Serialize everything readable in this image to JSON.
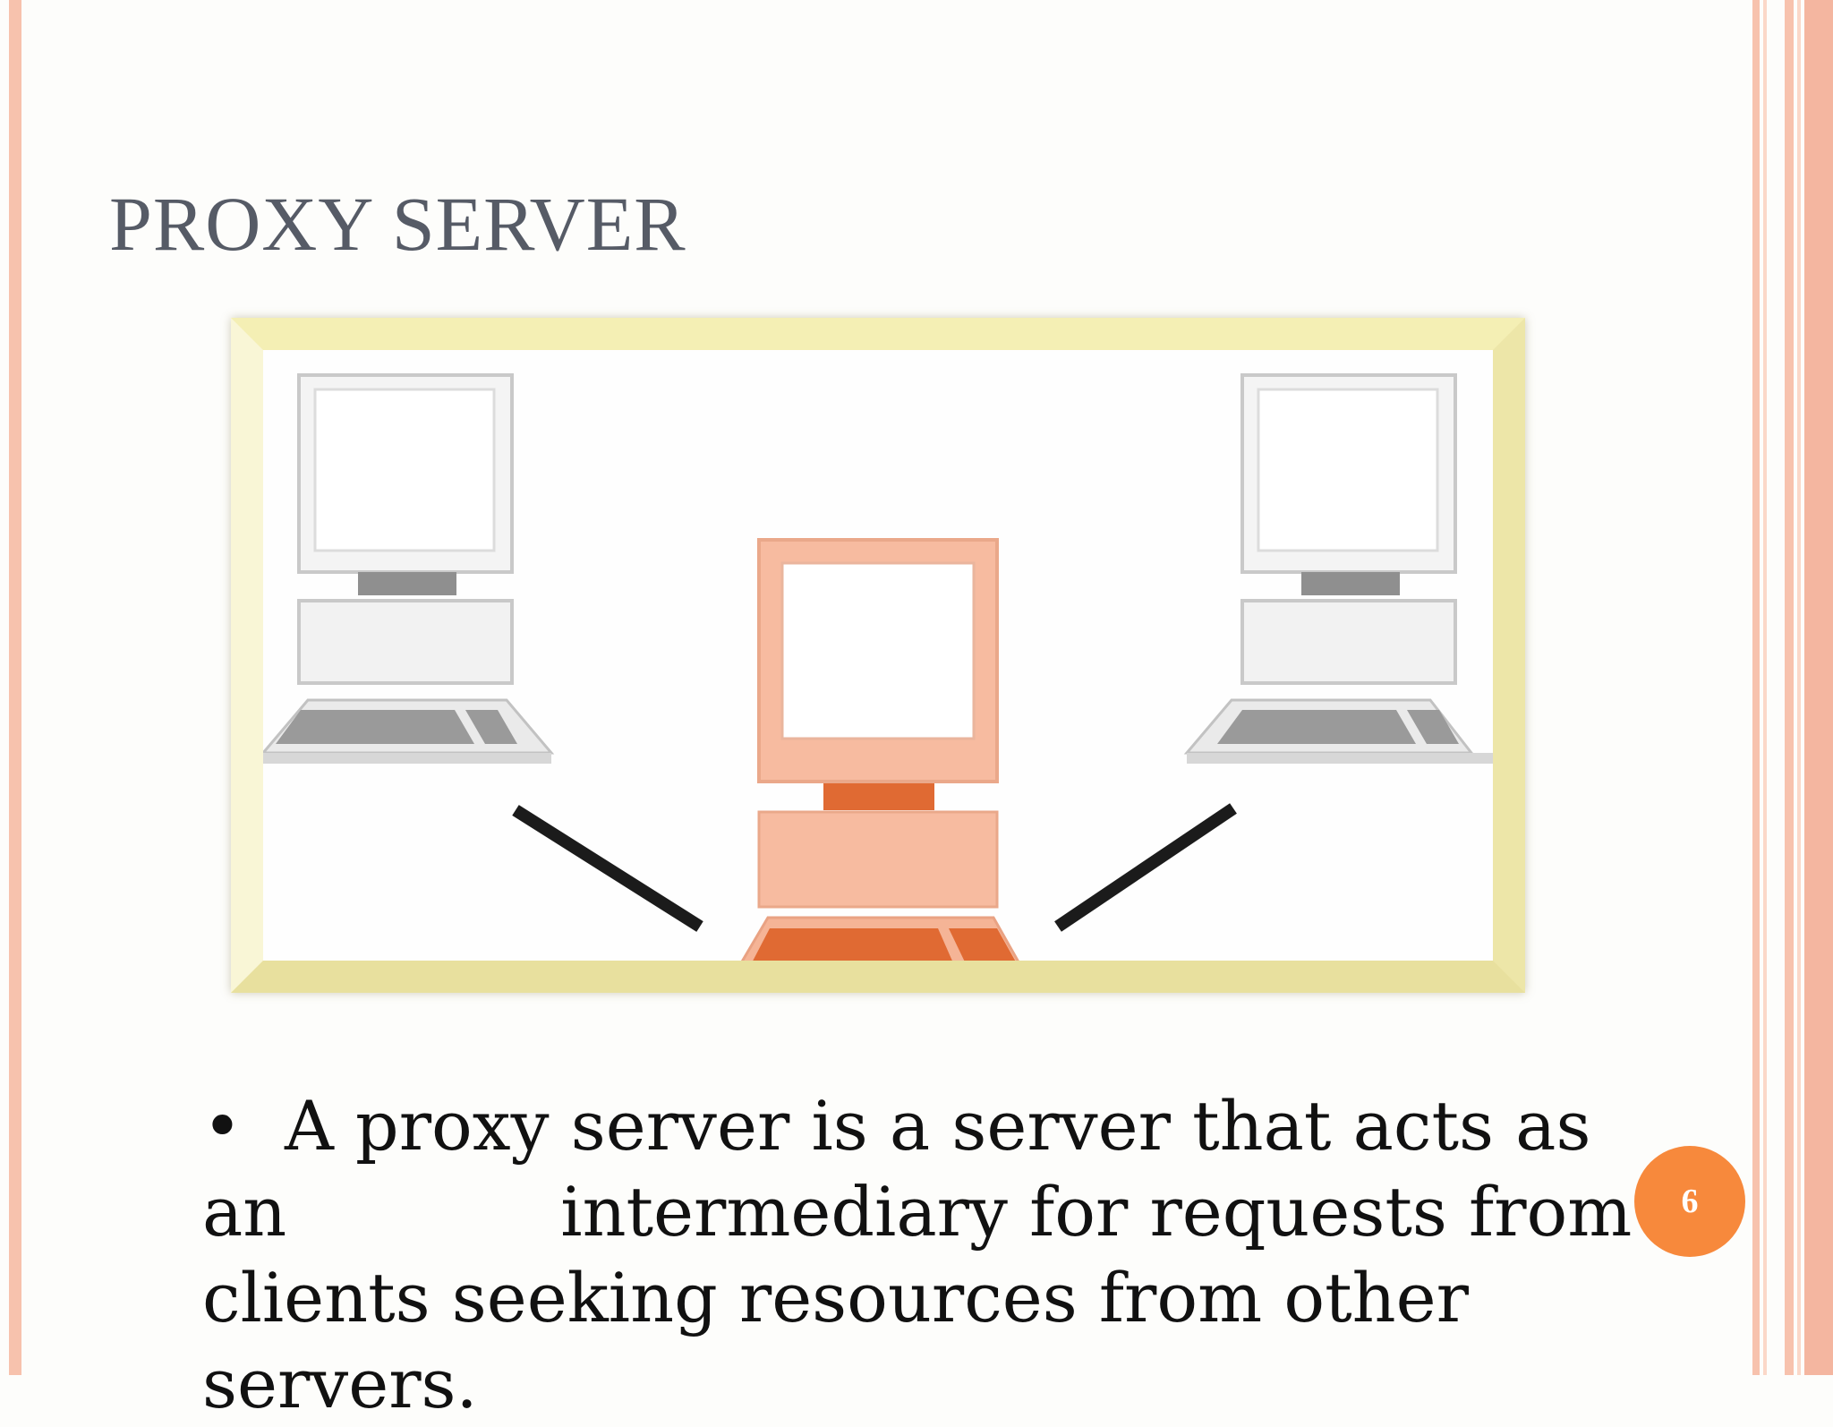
{
  "slide": {
    "title": "PROXY SERVER",
    "page_number": "6"
  },
  "bullet": {
    "symbol": "•",
    "line1": "A proxy server is a server that acts as",
    "line2_start": "an",
    "line2_end": "intermediary  for requests from",
    "line3": "clients seeking resources from other",
    "line4": "servers."
  },
  "diagram": {
    "icons": [
      "client-computer-icon",
      "proxy-server-computer-icon",
      "client-computer-icon"
    ],
    "colors": {
      "server_light": "#f7bba0",
      "server_dark": "#e06a33",
      "client_light": "#f2f2f2",
      "client_dark": "#8f8f8f",
      "frame": "#f7f3c8",
      "badge": "#f7893c",
      "accent": "#f7c2ad"
    }
  }
}
